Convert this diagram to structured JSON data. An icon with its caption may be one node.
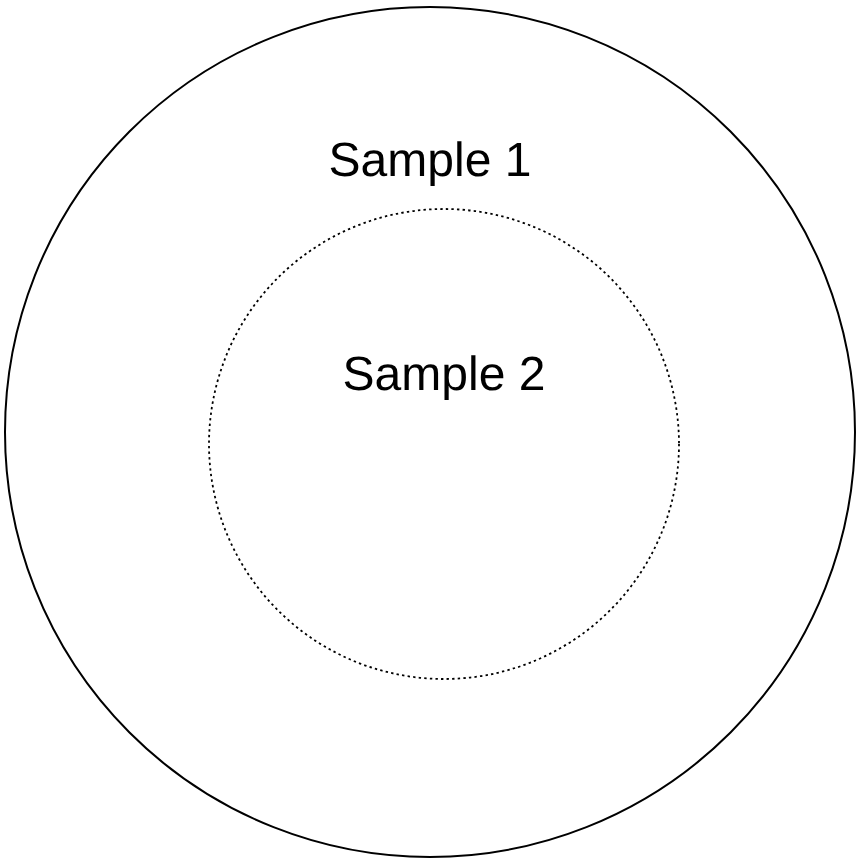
{
  "diagram": {
    "nodes": [
      {
        "text": [
          "Sample 1"
        ]
      },
      {
        "text": [
          "Sample 2"
        ],
        "in": 0
      }
    ]
  }
}
